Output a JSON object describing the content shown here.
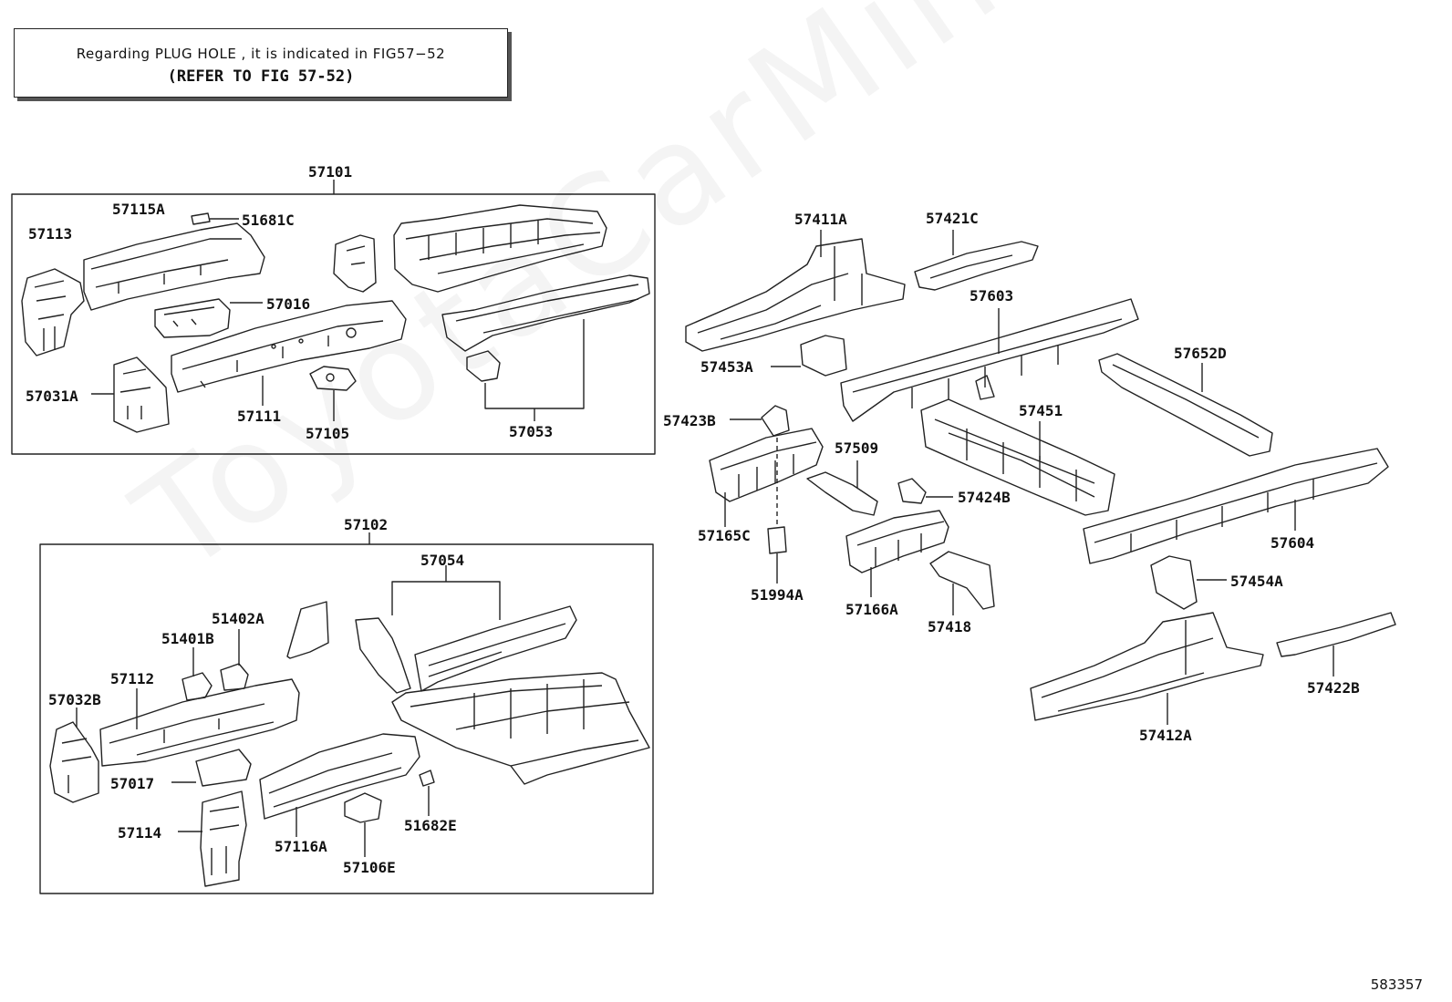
{
  "note": {
    "line1": "Regarding PLUG HOLE , it is indicated in FIG57−52",
    "line2": "(REFER TO FIG 57-52)"
  },
  "watermark": "ToyotaCarMine.ru",
  "figure_number": "583357",
  "labels": {
    "g57101": "57101",
    "g57102": "57102",
    "p57115A": "57115A",
    "p51681C": "51681C",
    "p57113": "57113",
    "p57016": "57016",
    "p57031A": "57031A",
    "p57111": "57111",
    "p57105": "57105",
    "p57053": "57053",
    "p57054": "57054",
    "p51402A": "51402A",
    "p51401B": "51401B",
    "p57112": "57112",
    "p57032B": "57032B",
    "p57017": "57017",
    "p57114": "57114",
    "p57116A": "57116A",
    "p57106E": "57106E",
    "p51682E": "51682E",
    "p57411A": "57411A",
    "p57421C": "57421C",
    "p57603": "57603",
    "p57453A": "57453A",
    "p57652D": "57652D",
    "p57423B": "57423B",
    "p57451": "57451",
    "p57509": "57509",
    "p57424B": "57424B",
    "p57165C": "57165C",
    "p57604": "57604",
    "p51994A": "51994A",
    "p57166A": "57166A",
    "p57454A": "57454A",
    "p57418": "57418",
    "p57422B": "57422B",
    "p57412A": "57412A"
  }
}
